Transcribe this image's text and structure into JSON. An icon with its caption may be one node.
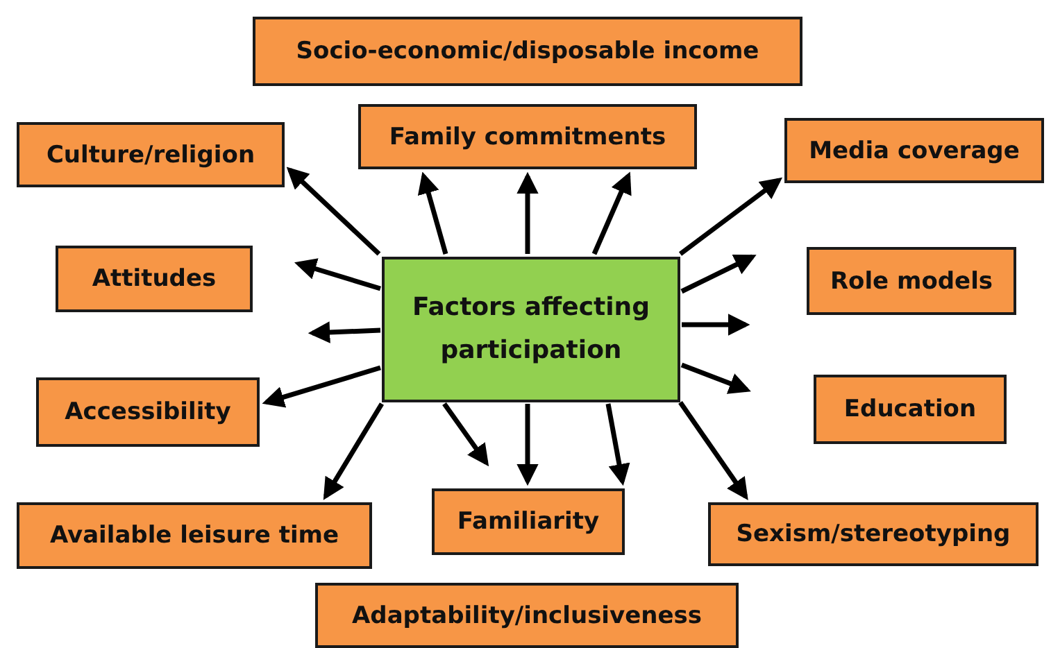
{
  "diagram": {
    "nodes": [
      {
        "text": [
          "Socio-economic/disposable income"
        ]
      },
      {
        "text": [
          "Culture/religion"
        ]
      },
      {
        "text": [
          "Family commitments"
        ]
      },
      {
        "text": [
          "Media coverage"
        ]
      },
      {
        "text": [
          "Factors affecting participation"
        ]
      },
      {
        "text": [
          "Attitudes"
        ]
      },
      {
        "text": [
          "Role models"
        ]
      },
      {
        "text": [
          "Accessibility"
        ]
      },
      {
        "text": [
          "Education"
        ]
      },
      {
        "text": [
          "Available leisure time"
        ]
      },
      {
        "text": [
          "Familiarity"
        ]
      },
      {
        "text": [
          "Sexism/stereotyping"
        ]
      },
      {
        "text": [
          "Adaptability/inclusiveness"
        ]
      }
    ],
    "edges": [
      {
        "from": 4,
        "to": 1,
        "arrow": "to"
      },
      {
        "from": 4,
        "to": 2,
        "arrow": "to"
      },
      {
        "from": 4,
        "to": 2,
        "arrow": "to"
      },
      {
        "from": 4,
        "to": 2,
        "arrow": "to"
      },
      {
        "from": 4,
        "to": 3,
        "arrow": "to"
      },
      {
        "from": 4,
        "to": null,
        "arrow": "to"
      },
      {
        "from": 4,
        "to": null,
        "arrow": "to"
      },
      {
        "from": 4,
        "to": null,
        "arrow": "to"
      },
      {
        "from": 4,
        "to": 11,
        "arrow": "to"
      },
      {
        "from": 4,
        "to": 10,
        "arrow": "to"
      },
      {
        "from": 4,
        "to": 10,
        "arrow": "to"
      },
      {
        "from": 4,
        "to": 10,
        "arrow": "to"
      },
      {
        "from": 4,
        "to": 9,
        "arrow": "to"
      },
      {
        "from": 4,
        "to": 7,
        "arrow": "to"
      },
      {
        "from": 4,
        "to": null,
        "arrow": "to"
      },
      {
        "from": 4,
        "to": null,
        "arrow": "to"
      }
    ]
  }
}
